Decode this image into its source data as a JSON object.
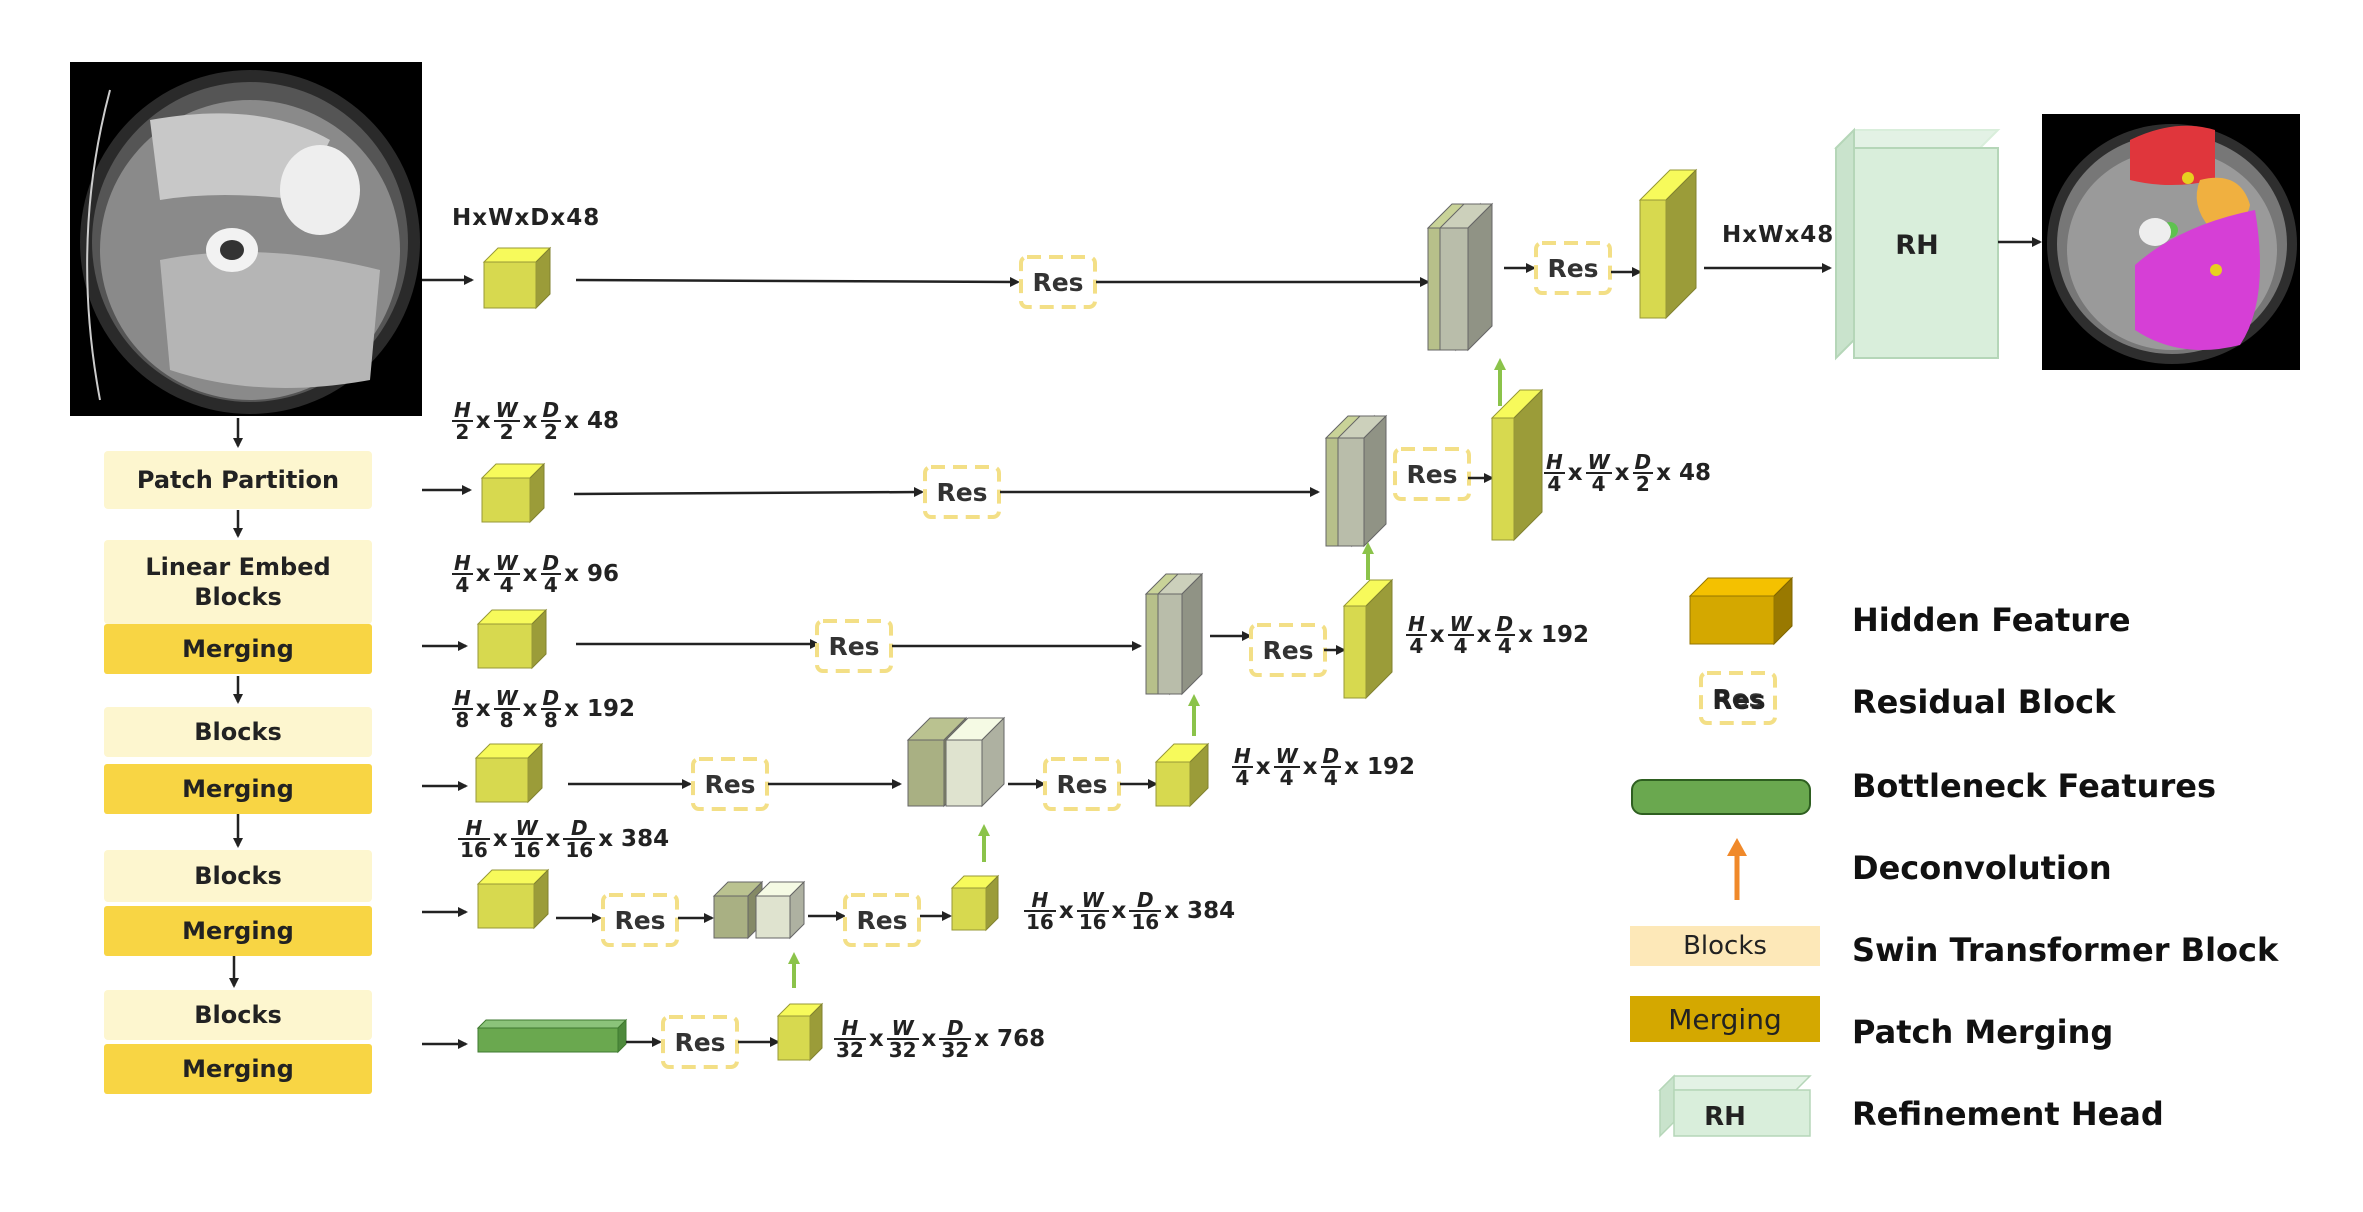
{
  "encoder": {
    "patch_partition": "Patch Partition",
    "linear_embed": "Linear Embed\nBlocks",
    "blocks": "Blocks",
    "merging": "Merging"
  },
  "blocks": {
    "res": "Res",
    "rh": "RH"
  },
  "dims": {
    "full_48": "HxWxDx48",
    "hw_48": "HxWx48",
    "s2_48": {
      "a": "H",
      "b": "2",
      "c": "W",
      "d": "2",
      "e": "D",
      "f": "2",
      "tail": "x 48"
    },
    "s4_96": {
      "a": "H",
      "b": "4",
      "c": "W",
      "d": "4",
      "e": "D",
      "f": "4",
      "tail": "x 96"
    },
    "s8_192": {
      "a": "H",
      "b": "8",
      "c": "W",
      "d": "8",
      "e": "D",
      "f": "8",
      "tail": "x 192"
    },
    "s16_384": {
      "a": "H",
      "b": "16",
      "c": "W",
      "d": "16",
      "e": "D",
      "f": "16",
      "tail": "x 384"
    },
    "s32_768": {
      "a": "H",
      "b": "32",
      "c": "W",
      "d": "32",
      "e": "D",
      "f": "32",
      "tail": "x 768"
    },
    "d16_384": {
      "a": "H",
      "b": "16",
      "c": "W",
      "d": "16",
      "e": "D",
      "f": "16",
      "tail": "x 384"
    },
    "d4_192a": {
      "a": "H",
      "b": "4",
      "c": "W",
      "d": "4",
      "e": "D",
      "f": "4",
      "tail": "x 192"
    },
    "d4_192b": {
      "a": "H",
      "b": "4",
      "c": "W",
      "d": "4",
      "e": "D",
      "f": "4",
      "tail": "x 192"
    },
    "d4_48": {
      "a": "H",
      "b": "4",
      "c": "W",
      "d": "4",
      "e": "D",
      "f": "2",
      "tail": "x 48"
    }
  },
  "legend": {
    "hidden_feature": "Hidden Feature",
    "residual_block": "Residual Block",
    "bottleneck": "Bottleneck Features",
    "deconvolution": "Deconvolution",
    "swin": "Swin Transformer Block",
    "patch_merging": "Patch Merging",
    "refinement": "Refinement Head",
    "res_label": "Res",
    "blocks_label": "Blocks",
    "merging_label": "Merging",
    "rh_label": "RH"
  },
  "colors": {
    "feature_yellow": "#d7d94f",
    "feature_gold": "#d4a800",
    "bottleneck_green": "#6aa84f",
    "deconv_arrow_green": "#8bc34a",
    "deconv_arrow_orange": "#f0892a",
    "rh_green": "#d9eedb",
    "blocks_light": "#fdf6cf",
    "merging_gold": "#f8d544",
    "res_border": "#f3df86"
  }
}
